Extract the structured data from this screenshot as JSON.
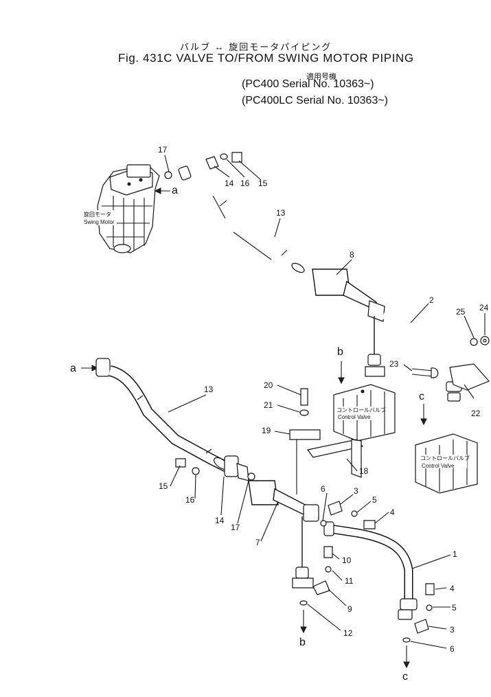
{
  "header": {
    "title_jp": "バルブ ↔ 旋回モータパイピング",
    "title_en": "Fig. 431C VALVE TO/FROM SWING MOTOR PIPING",
    "serial_jp": "適用号機",
    "serial_line1": "(PC400   Serial No. 10363~)",
    "serial_line2": "(PC400LC Serial No. 10363~)"
  },
  "labels": {
    "swing_motor_jp": "旋回モータ",
    "swing_motor_en": "Swing Motor",
    "control_valve_jp": "コントロールバルブ",
    "control_valve_en": "Control Valve"
  },
  "letters": {
    "a": "a",
    "b": "b",
    "c": "c"
  },
  "parts": [
    "1",
    "2",
    "3",
    "4",
    "5",
    "6",
    "7",
    "8",
    "9",
    "10",
    "11",
    "12",
    "13",
    "14",
    "15",
    "16",
    "17",
    "18",
    "19",
    "20",
    "21",
    "22",
    "23",
    "24",
    "25"
  ]
}
